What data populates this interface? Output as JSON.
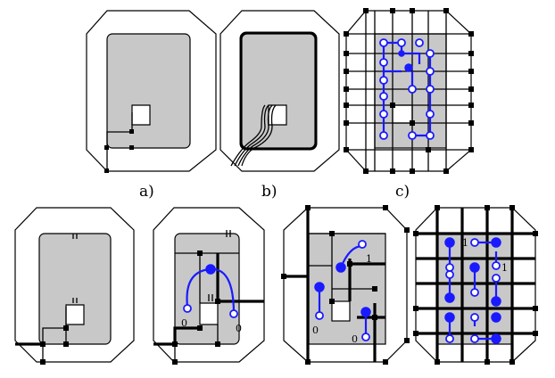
{
  "panel_labels": {
    "a": "a)",
    "b": "b)",
    "c": "c)"
  },
  "node_labels": [
    "0",
    "0",
    "0",
    "0",
    "1",
    "1",
    "1"
  ]
}
